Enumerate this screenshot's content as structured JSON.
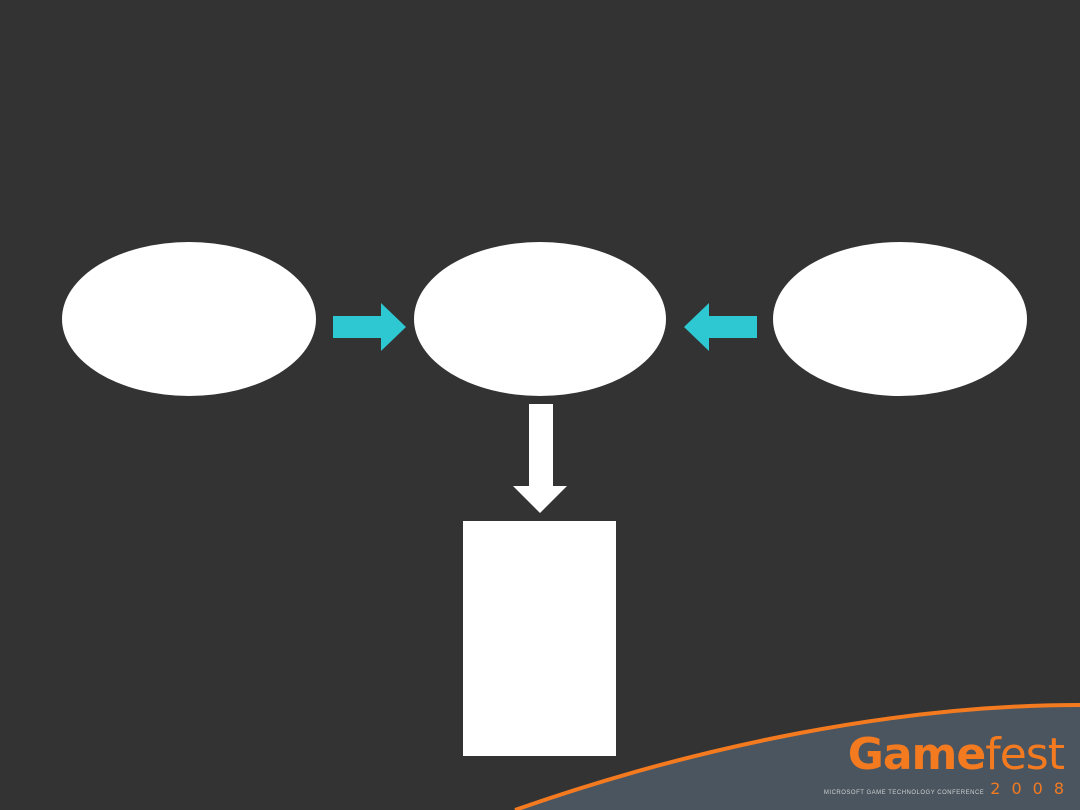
{
  "slide": {
    "background": "#333333"
  },
  "diagram": {
    "nodes": [
      {
        "id": "left",
        "shape": "ellipse",
        "label": "",
        "fill": "#ffffff"
      },
      {
        "id": "center",
        "shape": "ellipse",
        "label": "",
        "fill": "#ffffff"
      },
      {
        "id": "right",
        "shape": "ellipse",
        "label": "",
        "fill": "#ffffff"
      },
      {
        "id": "bottom",
        "shape": "rectangle",
        "label": "",
        "fill": "#ffffff"
      }
    ],
    "edges": [
      {
        "from": "left",
        "to": "center",
        "color": "#2ec8d2"
      },
      {
        "from": "right",
        "to": "center",
        "color": "#2ec8d2"
      },
      {
        "from": "center",
        "to": "bottom",
        "color": "#ffffff"
      }
    ]
  },
  "branding": {
    "logo_word_bold": "Game",
    "logo_word_light": "fest",
    "tagline": "MICROSOFT GAME TECHNOLOGY CONFERENCE",
    "year": "2008",
    "accent_color": "#f47a20",
    "swoosh_color": "#4a5560"
  }
}
